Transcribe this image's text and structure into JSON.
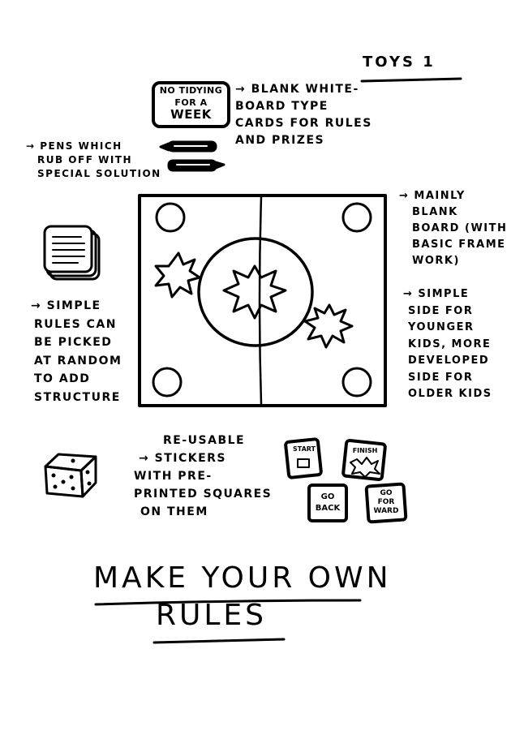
{
  "page_label": "TOYS 1",
  "card_prize": [
    "NO TIDYING",
    "FOR A",
    "WEEK"
  ],
  "notes": {
    "whiteboard_cards": [
      "→ BLANK WHITE-",
      "BOARD TYPE",
      "CARDS FOR RULES",
      "AND PRIZES"
    ],
    "pens": [
      "→ PENS WHICH",
      "RUB OFF WITH",
      "SPECIAL SOLUTION"
    ],
    "mainly_blank": [
      "→ MAINLY",
      "BLANK",
      "BOARD (WITH",
      "BASIC FRAME",
      "WORK)"
    ],
    "simple_side": [
      "→ SIMPLE",
      "SIDE FOR",
      "YOUNGER",
      "KIDS, MORE",
      "DEVELOPED",
      "SIDE FOR",
      "OLDER KIDS"
    ],
    "simple_rules": [
      "→ SIMPLE",
      "RULES CAN",
      "BE PICKED",
      "AT RANDOM",
      "TO ADD",
      "STRUCTURE"
    ],
    "stickers": [
      "RE-USABLE",
      "→ STICKERS",
      "WITH PRE-",
      "PRINTED SQUARES",
      "ON THEM"
    ]
  },
  "stickers": {
    "start": "START",
    "finish": "FINISH",
    "go_back": [
      "GO",
      "BACK"
    ],
    "go_forward": [
      "GO",
      "FOR",
      "WARD"
    ]
  },
  "title": [
    "MAKE YOUR OWN",
    "RULES"
  ]
}
